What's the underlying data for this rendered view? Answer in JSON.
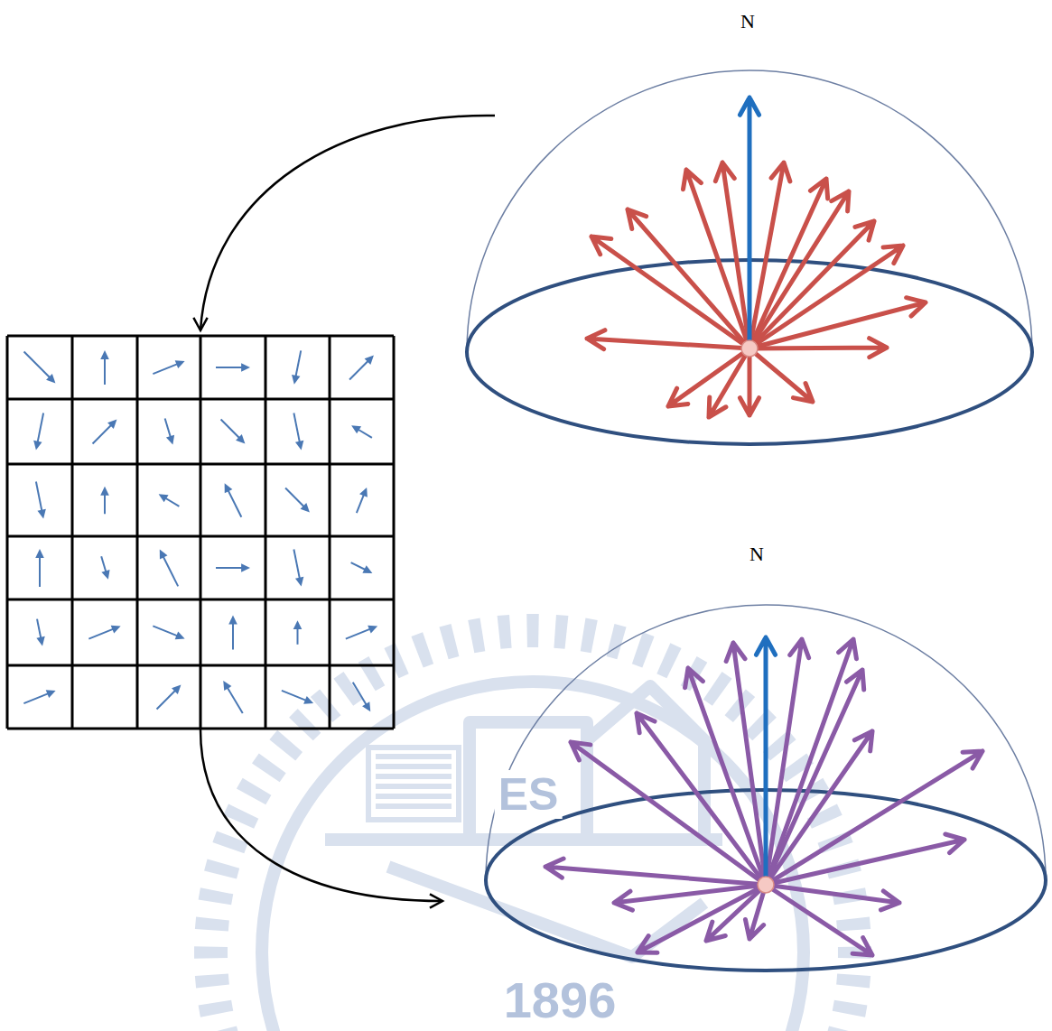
{
  "diagram": {
    "labels": [
      "N",
      "N",
      "ES",
      "1896"
    ]
  }
}
